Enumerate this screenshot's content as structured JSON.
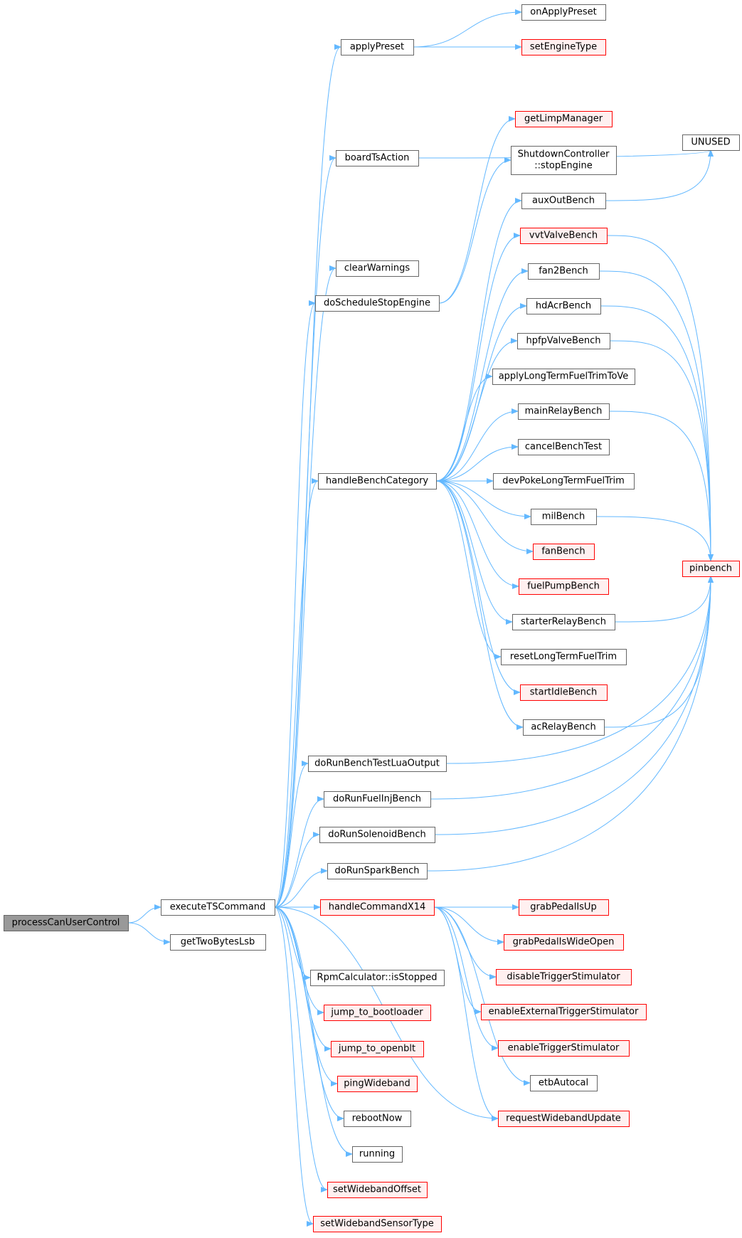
{
  "colors": {
    "edge": "#63b8ff",
    "node_border": "#666666",
    "root_fill": "#999999",
    "truncated_border": "#ff0000",
    "truncated_fill": "#fff0f0"
  },
  "nodes": [
    {
      "id": "processCanUserControl",
      "label": "processCanUserControl",
      "style": "root"
    },
    {
      "id": "executeTSCommand",
      "label": "executeTSCommand",
      "style": "normal"
    },
    {
      "id": "getTwoBytesLsb",
      "label": "getTwoBytesLsb",
      "style": "normal"
    },
    {
      "id": "applyPreset",
      "label": "applyPreset",
      "style": "normal"
    },
    {
      "id": "onApplyPreset",
      "label": "onApplyPreset",
      "style": "normal"
    },
    {
      "id": "setEngineType",
      "label": "setEngineType",
      "style": "truncated"
    },
    {
      "id": "boardTsAction",
      "label": "boardTsAction",
      "style": "normal"
    },
    {
      "id": "UNUSED",
      "label": "UNUSED",
      "style": "normal"
    },
    {
      "id": "clearWarnings",
      "label": "clearWarnings",
      "style": "normal"
    },
    {
      "id": "doScheduleStopEngine",
      "label": "doScheduleStopEngine",
      "style": "normal"
    },
    {
      "id": "getLimpManager",
      "label": "getLimpManager",
      "style": "truncated"
    },
    {
      "id": "stopEngine",
      "label": "ShutdownController\n::stopEngine",
      "style": "normal"
    },
    {
      "id": "handleBenchCategory",
      "label": "handleBenchCategory",
      "style": "normal"
    },
    {
      "id": "auxOutBench",
      "label": "auxOutBench",
      "style": "normal"
    },
    {
      "id": "vvtValveBench",
      "label": "vvtValveBench",
      "style": "truncated"
    },
    {
      "id": "fan2Bench",
      "label": "fan2Bench",
      "style": "normal"
    },
    {
      "id": "hdAcrBench",
      "label": "hdAcrBench",
      "style": "normal"
    },
    {
      "id": "hpfpValveBench",
      "label": "hpfpValveBench",
      "style": "normal"
    },
    {
      "id": "applyLongTermFuelTrimToVe",
      "label": "applyLongTermFuelTrimToVe",
      "style": "normal"
    },
    {
      "id": "mainRelayBench",
      "label": "mainRelayBench",
      "style": "normal"
    },
    {
      "id": "cancelBenchTest",
      "label": "cancelBenchTest",
      "style": "normal"
    },
    {
      "id": "devPokeLongTermFuelTrim",
      "label": "devPokeLongTermFuelTrim",
      "style": "normal"
    },
    {
      "id": "milBench",
      "label": "milBench",
      "style": "normal"
    },
    {
      "id": "fanBench",
      "label": "fanBench",
      "style": "truncated"
    },
    {
      "id": "fuelPumpBench",
      "label": "fuelPumpBench",
      "style": "truncated"
    },
    {
      "id": "starterRelayBench",
      "label": "starterRelayBench",
      "style": "normal"
    },
    {
      "id": "resetLongTermFuelTrim",
      "label": "resetLongTermFuelTrim",
      "style": "normal"
    },
    {
      "id": "startIdleBench",
      "label": "startIdleBench",
      "style": "truncated"
    },
    {
      "id": "acRelayBench",
      "label": "acRelayBench",
      "style": "normal"
    },
    {
      "id": "pinbench",
      "label": "pinbench",
      "style": "truncated"
    },
    {
      "id": "doRunBenchTestLuaOutput",
      "label": "doRunBenchTestLuaOutput",
      "style": "normal"
    },
    {
      "id": "doRunFuelInjBench",
      "label": "doRunFuelInjBench",
      "style": "normal"
    },
    {
      "id": "doRunSolenoidBench",
      "label": "doRunSolenoidBench",
      "style": "normal"
    },
    {
      "id": "doRunSparkBench",
      "label": "doRunSparkBench",
      "style": "normal"
    },
    {
      "id": "handleCommandX14",
      "label": "handleCommandX14",
      "style": "truncated"
    },
    {
      "id": "grabPedalIsUp",
      "label": "grabPedalIsUp",
      "style": "truncated"
    },
    {
      "id": "grabPedalIsWideOpen",
      "label": "grabPedalIsWideOpen",
      "style": "truncated"
    },
    {
      "id": "disableTriggerStimulator",
      "label": "disableTriggerStimulator",
      "style": "truncated"
    },
    {
      "id": "enableExternalTriggerStimulator",
      "label": "enableExternalTriggerStimulator",
      "style": "truncated"
    },
    {
      "id": "enableTriggerStimulator",
      "label": "enableTriggerStimulator",
      "style": "truncated"
    },
    {
      "id": "etbAutocal",
      "label": "etbAutocal",
      "style": "normal"
    },
    {
      "id": "requestWidebandUpdate",
      "label": "requestWidebandUpdate",
      "style": "truncated"
    },
    {
      "id": "isStopped",
      "label": "RpmCalculator::isStopped",
      "style": "normal"
    },
    {
      "id": "jump_to_bootloader",
      "label": "jump_to_bootloader",
      "style": "truncated"
    },
    {
      "id": "jump_to_openblt",
      "label": "jump_to_openblt",
      "style": "truncated"
    },
    {
      "id": "pingWideband",
      "label": "pingWideband",
      "style": "truncated"
    },
    {
      "id": "rebootNow",
      "label": "rebootNow",
      "style": "normal"
    },
    {
      "id": "running",
      "label": "running",
      "style": "normal"
    },
    {
      "id": "setWidebandOffset",
      "label": "setWidebandOffset",
      "style": "truncated"
    },
    {
      "id": "setWidebandSensorType",
      "label": "setWidebandSensorType",
      "style": "truncated"
    }
  ],
  "edges": [
    {
      "from": "processCanUserControl",
      "to": "executeTSCommand"
    },
    {
      "from": "processCanUserControl",
      "to": "getTwoBytesLsb"
    },
    {
      "from": "executeTSCommand",
      "to": "applyPreset"
    },
    {
      "from": "executeTSCommand",
      "to": "boardTsAction"
    },
    {
      "from": "executeTSCommand",
      "to": "clearWarnings"
    },
    {
      "from": "executeTSCommand",
      "to": "doScheduleStopEngine"
    },
    {
      "from": "executeTSCommand",
      "to": "handleBenchCategory"
    },
    {
      "from": "executeTSCommand",
      "to": "doRunBenchTestLuaOutput"
    },
    {
      "from": "executeTSCommand",
      "to": "doRunFuelInjBench"
    },
    {
      "from": "executeTSCommand",
      "to": "doRunSolenoidBench"
    },
    {
      "from": "executeTSCommand",
      "to": "doRunSparkBench"
    },
    {
      "from": "executeTSCommand",
      "to": "handleCommandX14"
    },
    {
      "from": "executeTSCommand",
      "to": "isStopped"
    },
    {
      "from": "executeTSCommand",
      "to": "jump_to_bootloader"
    },
    {
      "from": "executeTSCommand",
      "to": "jump_to_openblt"
    },
    {
      "from": "executeTSCommand",
      "to": "pingWideband"
    },
    {
      "from": "executeTSCommand",
      "to": "rebootNow"
    },
    {
      "from": "executeTSCommand",
      "to": "running"
    },
    {
      "from": "executeTSCommand",
      "to": "setWidebandOffset"
    },
    {
      "from": "executeTSCommand",
      "to": "setWidebandSensorType"
    },
    {
      "from": "executeTSCommand",
      "to": "requestWidebandUpdate"
    },
    {
      "from": "applyPreset",
      "to": "onApplyPreset"
    },
    {
      "from": "applyPreset",
      "to": "setEngineType"
    },
    {
      "from": "boardTsAction",
      "to": "UNUSED"
    },
    {
      "from": "doScheduleStopEngine",
      "to": "getLimpManager"
    },
    {
      "from": "doScheduleStopEngine",
      "to": "stopEngine"
    },
    {
      "from": "handleBenchCategory",
      "to": "auxOutBench"
    },
    {
      "from": "handleBenchCategory",
      "to": "vvtValveBench"
    },
    {
      "from": "handleBenchCategory",
      "to": "fan2Bench"
    },
    {
      "from": "handleBenchCategory",
      "to": "hdAcrBench"
    },
    {
      "from": "handleBenchCategory",
      "to": "hpfpValveBench"
    },
    {
      "from": "handleBenchCategory",
      "to": "applyLongTermFuelTrimToVe"
    },
    {
      "from": "handleBenchCategory",
      "to": "mainRelayBench"
    },
    {
      "from": "handleBenchCategory",
      "to": "cancelBenchTest"
    },
    {
      "from": "handleBenchCategory",
      "to": "devPokeLongTermFuelTrim"
    },
    {
      "from": "handleBenchCategory",
      "to": "milBench"
    },
    {
      "from": "handleBenchCategory",
      "to": "fanBench"
    },
    {
      "from": "handleBenchCategory",
      "to": "fuelPumpBench"
    },
    {
      "from": "handleBenchCategory",
      "to": "starterRelayBench"
    },
    {
      "from": "handleBenchCategory",
      "to": "resetLongTermFuelTrim"
    },
    {
      "from": "handleBenchCategory",
      "to": "startIdleBench"
    },
    {
      "from": "handleBenchCategory",
      "to": "acRelayBench"
    },
    {
      "from": "auxOutBench",
      "to": "UNUSED"
    },
    {
      "from": "vvtValveBench",
      "to": "pinbench"
    },
    {
      "from": "fan2Bench",
      "to": "pinbench"
    },
    {
      "from": "hdAcrBench",
      "to": "pinbench"
    },
    {
      "from": "hpfpValveBench",
      "to": "pinbench"
    },
    {
      "from": "mainRelayBench",
      "to": "pinbench"
    },
    {
      "from": "milBench",
      "to": "pinbench"
    },
    {
      "from": "starterRelayBench",
      "to": "pinbench"
    },
    {
      "from": "acRelayBench",
      "to": "pinbench"
    },
    {
      "from": "doRunBenchTestLuaOutput",
      "to": "pinbench"
    },
    {
      "from": "doRunFuelInjBench",
      "to": "pinbench"
    },
    {
      "from": "doRunSolenoidBench",
      "to": "pinbench"
    },
    {
      "from": "doRunSparkBench",
      "to": "pinbench"
    },
    {
      "from": "handleCommandX14",
      "to": "grabPedalIsUp"
    },
    {
      "from": "handleCommandX14",
      "to": "grabPedalIsWideOpen"
    },
    {
      "from": "handleCommandX14",
      "to": "disableTriggerStimulator"
    },
    {
      "from": "handleCommandX14",
      "to": "enableExternalTriggerStimulator"
    },
    {
      "from": "handleCommandX14",
      "to": "enableTriggerStimulator"
    },
    {
      "from": "handleCommandX14",
      "to": "etbAutocal"
    },
    {
      "from": "handleCommandX14",
      "to": "requestWidebandUpdate"
    }
  ]
}
